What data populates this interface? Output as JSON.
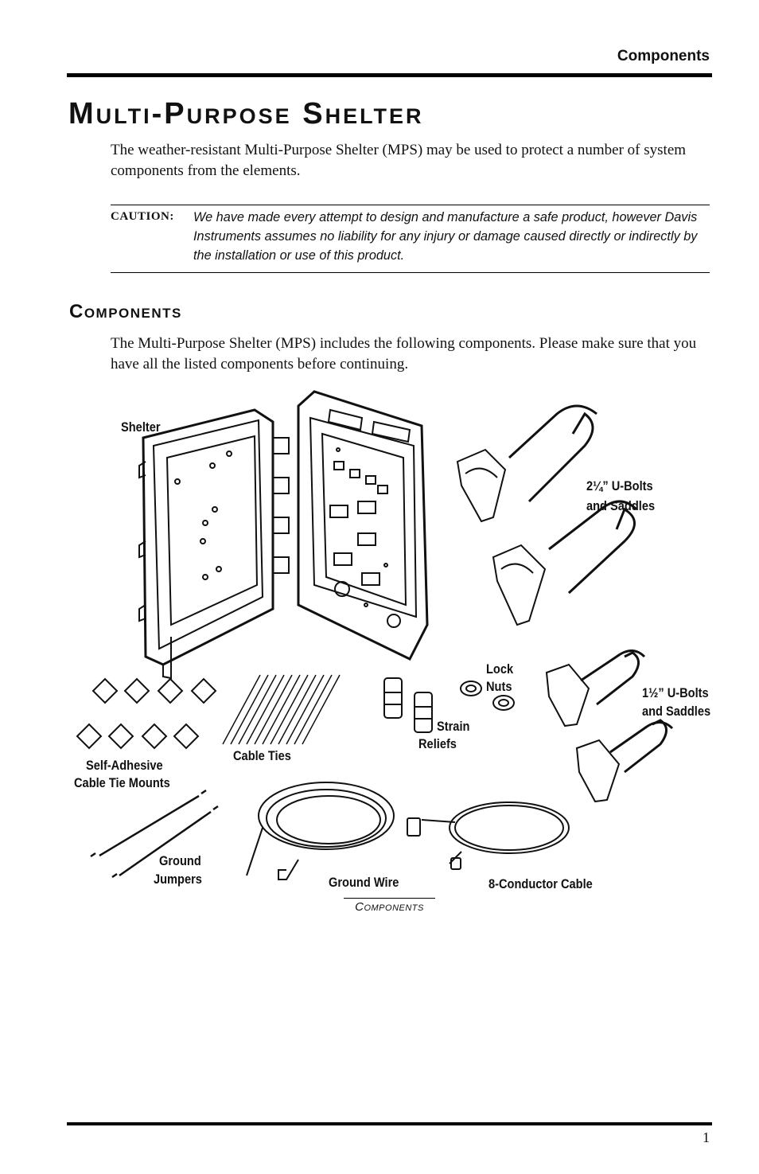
{
  "header": {
    "title": "Components"
  },
  "page_number": "1",
  "section": {
    "title": "Multi-Purpose Shelter",
    "intro": "The weather-resistant Multi-Purpose Shelter (MPS) may be used to protect a number of system components from the elements."
  },
  "caution": {
    "label": "CAUTION:",
    "text": "We have made every attempt to design and manufacture a safe product, however Davis Instruments assumes no liability for any injury or damage caused directly or indirectly by the installation or use of this product."
  },
  "components": {
    "title": "Components",
    "text": "The Multi-Purpose Shelter (MPS) includes the following components. Please make sure that you have all the listed components before continuing."
  },
  "figure": {
    "labels": {
      "shelter": "Shelter",
      "ubolts_large_1": "2¼” U-Bolts",
      "ubolts_large_2": "and Saddles",
      "lock_nuts_1": "Lock",
      "lock_nuts_2": "Nuts",
      "ubolts_small_1": "1½” U-Bolts",
      "ubolts_small_2": "and Saddles",
      "strain_reliefs_1": "Strain",
      "strain_reliefs_2": "Reliefs",
      "cable_ties": "Cable Ties",
      "mounts_1": "Self-Adhesive",
      "mounts_2": "Cable Tie Mounts",
      "ground_jumpers_1": "Ground",
      "ground_jumpers_2": "Jumpers",
      "ground_wire": "Ground Wire",
      "cable": "8-Conductor Cable"
    },
    "caption": "Components"
  }
}
